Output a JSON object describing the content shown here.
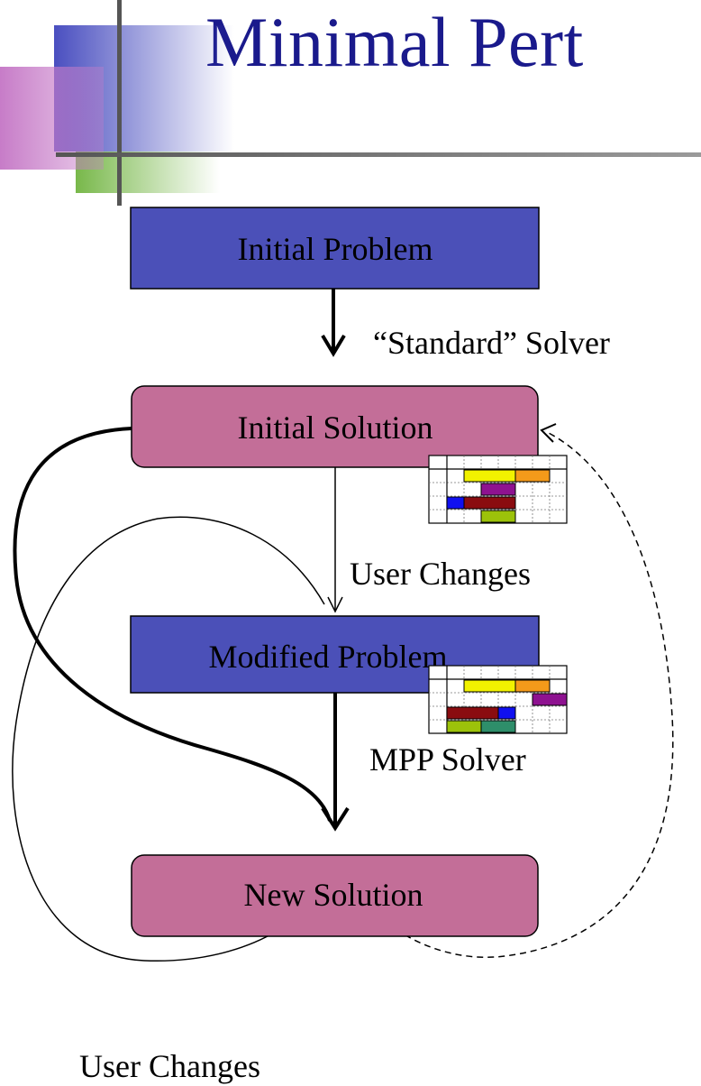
{
  "title": "Minimal Pert",
  "colors": {
    "problem_box": "#4B50B8",
    "solution_box": "#C36E98",
    "title_text": "#1A1A8C",
    "deco_blue": "#4A4FC0",
    "deco_green": "#78B84A",
    "deco_pink": "#C77CC8"
  },
  "boxes": {
    "initial_problem": "Initial Problem",
    "initial_solution": "Initial Solution",
    "modified_problem": "Modified Problem",
    "new_solution": "New Solution"
  },
  "labels": {
    "standard_solver": "“Standard” Solver",
    "user_changes_middle": "User Changes",
    "mpp_solver": "MPP Solver",
    "user_changes_bottom": "User Changes"
  },
  "schedules": {
    "initial": [
      {
        "row": 0,
        "start": 1,
        "len": 3,
        "color": "#F2F200"
      },
      {
        "row": 0,
        "start": 4,
        "len": 2,
        "color": "#F49A1A"
      },
      {
        "row": 1,
        "start": 2,
        "len": 2,
        "color": "#8E1290"
      },
      {
        "row": 2,
        "start": 0,
        "len": 1,
        "color": "#1010F0"
      },
      {
        "row": 2,
        "start": 1,
        "len": 3,
        "color": "#8A0C10"
      },
      {
        "row": 3,
        "start": 2,
        "len": 2,
        "color": "#9CC20A"
      }
    ],
    "new": [
      {
        "row": 0,
        "start": 1,
        "len": 3,
        "color": "#F2F200"
      },
      {
        "row": 0,
        "start": 4,
        "len": 2,
        "color": "#F49A1A"
      },
      {
        "row": 1,
        "start": 5,
        "len": 2,
        "color": "#8E1290"
      },
      {
        "row": 2,
        "start": 0,
        "len": 3,
        "color": "#8A0C10"
      },
      {
        "row": 2,
        "start": 3,
        "len": 1,
        "color": "#1010F0"
      },
      {
        "row": 3,
        "start": 0,
        "len": 2,
        "color": "#9CC20A"
      },
      {
        "row": 3,
        "start": 2,
        "len": 2,
        "color": "#2E8E6A"
      }
    ]
  }
}
